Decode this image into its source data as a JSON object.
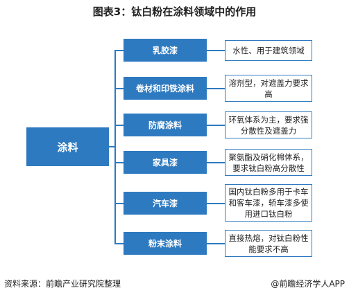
{
  "title": "图表3：钛白粉在涂料领域中的作用",
  "root": "涂料",
  "items": [
    {
      "label": "乳胶漆",
      "desc": "水性、用于建筑领域"
    },
    {
      "label": "卷材和印铁涂料",
      "desc": "溶剂型，对遮盖力要求高"
    },
    {
      "label": "防腐涂料",
      "desc": "环氧体系为主，要求强分散性及遮盖力"
    },
    {
      "label": "家具漆",
      "desc": "聚氨酯及硝化棉体系，要求钛白粉高分散性"
    },
    {
      "label": "汽车漆",
      "desc": "国内钛白粉多用于卡车和客车漆，轿车漆多使用进口钛白粉"
    },
    {
      "label": "粉末涂料",
      "desc": "直接热熔，对钛白粉性能要求不高"
    }
  ],
  "footer": {
    "source": "资料来源：前瞻产业研究院整理",
    "brand": "@前瞻经济学人APP"
  },
  "colors": {
    "accent": "#2e7ac0"
  }
}
